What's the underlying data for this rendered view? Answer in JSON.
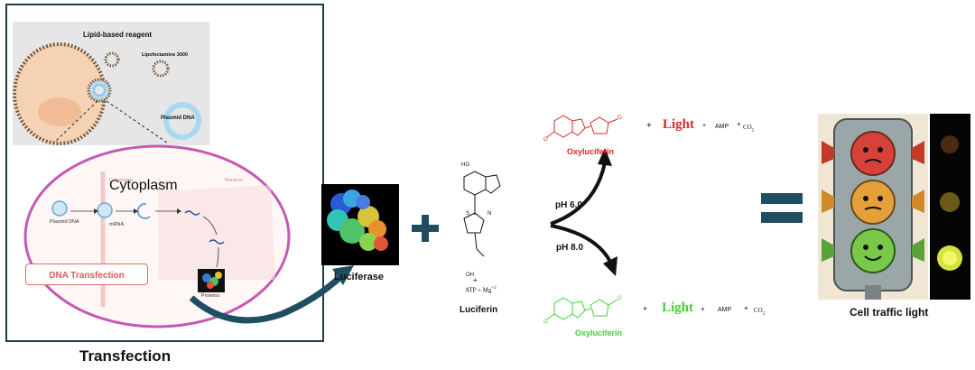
{
  "transfection": {
    "title": "Transfection",
    "reagent_label": "Lipid-based reagent",
    "lipofectamine_label": "Lipofectamine 3000",
    "plasmid_label": "Plasmid DNA",
    "cell": {
      "cytoplasm_label": "Cytoplasm",
      "nucleus_label": "Nucleus",
      "plasmid_small_label": "Plasmid DNA",
      "mrna_label": "mRNA",
      "proteins_label": "Proteins",
      "dna_transfection_label": "DNA Transfection"
    }
  },
  "luciferase_label": "Luciferase",
  "luciferin": {
    "label": "Luciferin",
    "ho_label": "HO",
    "cofactor_text": "ATP  +  Mg",
    "cofactor_sup": "+2",
    "oh_label": "OH"
  },
  "reaction": {
    "ph_high": "pH 6.0",
    "ph_low": "pH 8.0",
    "top_product": "Oxyluciferin",
    "bottom_product": "Oxyluciferin",
    "light_label": "Light",
    "amp_label": "AMP",
    "co2_label": "CO",
    "co2_sub": "2",
    "plus": "+"
  },
  "cell_traffic_light_label": "Cell traffic light",
  "colors": {
    "frame": "#1f3a4a",
    "ellipse": "#c45ab4",
    "arrow_blue": "#1f4e63",
    "red_product": "#d42a2a",
    "green_product": "#3fd32f",
    "dna_box_border": "#e36b6b"
  }
}
